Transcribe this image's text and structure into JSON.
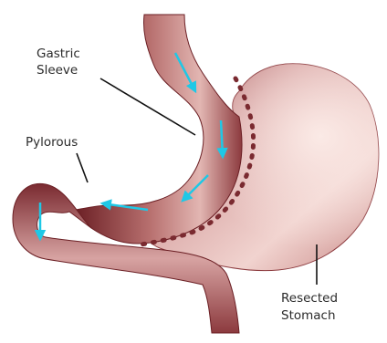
{
  "labels": {
    "gastric_sleeve": [
      "Gastric",
      "Sleeve"
    ],
    "pylorous": "Pylorous",
    "resected_stomach": [
      "Resected",
      "Stomach"
    ]
  },
  "colors": {
    "tissue_dark": "#6b1f24",
    "tissue_mid": "#a5585c",
    "tissue_light": "#d7a3a2",
    "tissue_highlight": "#f1d3cf",
    "staple_line": "#7a2a30",
    "flow_arrow": "#1ec8e6",
    "leader_line": "#111111"
  },
  "icons": [
    "flow-arrow-icon"
  ]
}
